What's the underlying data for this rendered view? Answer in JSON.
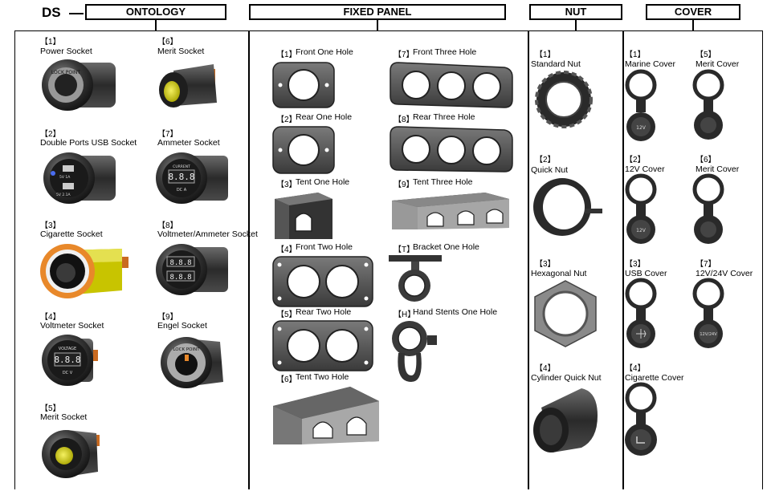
{
  "brand": "DS",
  "categories": {
    "ontology": "ONTOLOGY",
    "fixed_panel": "FIXED PANEL",
    "nut": "NUT",
    "cover": "COVER"
  },
  "ontology": [
    {
      "num": "【1】",
      "label": "Power Socket",
      "icon": "power-socket-icon"
    },
    {
      "num": "【6】",
      "label": "Merit  Socket",
      "icon": "merit-socket-icon"
    },
    {
      "num": "【2】",
      "label": "Double Ports USB Socket",
      "icon": "usb-socket-icon"
    },
    {
      "num": "【7】",
      "label": "Ammeter Socket",
      "icon": "ammeter-socket-icon"
    },
    {
      "num": "【3】",
      "label": "Cigarette  Socket",
      "icon": "cigarette-socket-icon"
    },
    {
      "num": "【8】",
      "label": "Voltmeter/Ammeter Socket",
      "icon": "volt-ammeter-socket-icon"
    },
    {
      "num": "【4】",
      "label": "Voltmeter Socket",
      "icon": "voltmeter-socket-icon"
    },
    {
      "num": "【9】",
      "label": "Engel Socket",
      "icon": "engel-socket-icon"
    },
    {
      "num": "【5】",
      "label": "Merit  Socket",
      "icon": "merit-socket-icon"
    }
  ],
  "fixed_panel": [
    {
      "num": "【1】",
      "label": "Front One Hole",
      "icon": "front-one-hole-panel-icon"
    },
    {
      "num": "【7】",
      "label": "Front Three Hole",
      "icon": "front-three-hole-panel-icon"
    },
    {
      "num": "【2】",
      "label": "Rear One Hole",
      "icon": "rear-one-hole-panel-icon"
    },
    {
      "num": "【8】",
      "label": "Rear Three Hole",
      "icon": "rear-three-hole-panel-icon"
    },
    {
      "num": "【3】",
      "label": "Tent One Hole",
      "icon": "tent-one-hole-panel-icon"
    },
    {
      "num": "【9】",
      "label": "Tent Three Hole",
      "icon": "tent-three-hole-panel-icon"
    },
    {
      "num": "【4】",
      "label": "Front Two Hole",
      "icon": "front-two-hole-panel-icon"
    },
    {
      "num": "【T】",
      "label": "Bracket One  Hole",
      "icon": "bracket-one-hole-icon"
    },
    {
      "num": "【5】",
      "label": "Rear Two Hole",
      "icon": "rear-two-hole-panel-icon"
    },
    {
      "num": "【H】",
      "label": "Hand Stents One  Hole",
      "icon": "hand-stent-one-hole-icon"
    },
    {
      "num": "【6】",
      "label": "Tent Two Hole",
      "icon": "tent-two-hole-panel-icon"
    }
  ],
  "nut": [
    {
      "num": "【1】",
      "label": "Standard  Nut",
      "icon": "standard-nut-icon"
    },
    {
      "num": "【2】",
      "label": "Quick Nut",
      "icon": "quick-nut-icon"
    },
    {
      "num": "【3】",
      "label": "Hexagonal Nut",
      "icon": "hexagonal-nut-icon"
    },
    {
      "num": "【4】",
      "label": "Cylinder Quick Nut",
      "icon": "cylinder-quick-nut-icon"
    }
  ],
  "cover": [
    {
      "num": "【1】",
      "label": "Marine Cover",
      "icon": "marine-cover-icon"
    },
    {
      "num": "【5】",
      "label": "Merit Cover",
      "icon": "merit-cover-icon"
    },
    {
      "num": "【2】",
      "label": "12V   Cover",
      "icon": "12v-cover-icon"
    },
    {
      "num": "【6】",
      "label": "Merit Cover",
      "icon": "merit-cover-icon"
    },
    {
      "num": "【3】",
      "label": "USB Cover",
      "icon": "usb-cover-icon"
    },
    {
      "num": "【7】",
      "label": "12V/24V   Cover",
      "icon": "12v-24v-cover-icon"
    },
    {
      "num": "【4】",
      "label": "Cigarette Cover",
      "icon": "cigarette-cover-icon"
    }
  ],
  "device_text": {
    "lock_point": "LOCK POINT",
    "usb_5v_1a": "5V  1A",
    "usb_5v_21a": "5V  2.1A",
    "current": "CURRENT",
    "dc_a": "DC   A",
    "voltage": "VOLTAGE",
    "dc_v": "DC   V",
    "cover_12v": "12V",
    "cover_12v24v": "12V/24V"
  },
  "colors": {
    "part_dark": "#2b2b2b",
    "part_mid": "#555555",
    "yellow": "#d4d000",
    "orange": "#e8882a",
    "led_blue": "#4a6df0"
  }
}
